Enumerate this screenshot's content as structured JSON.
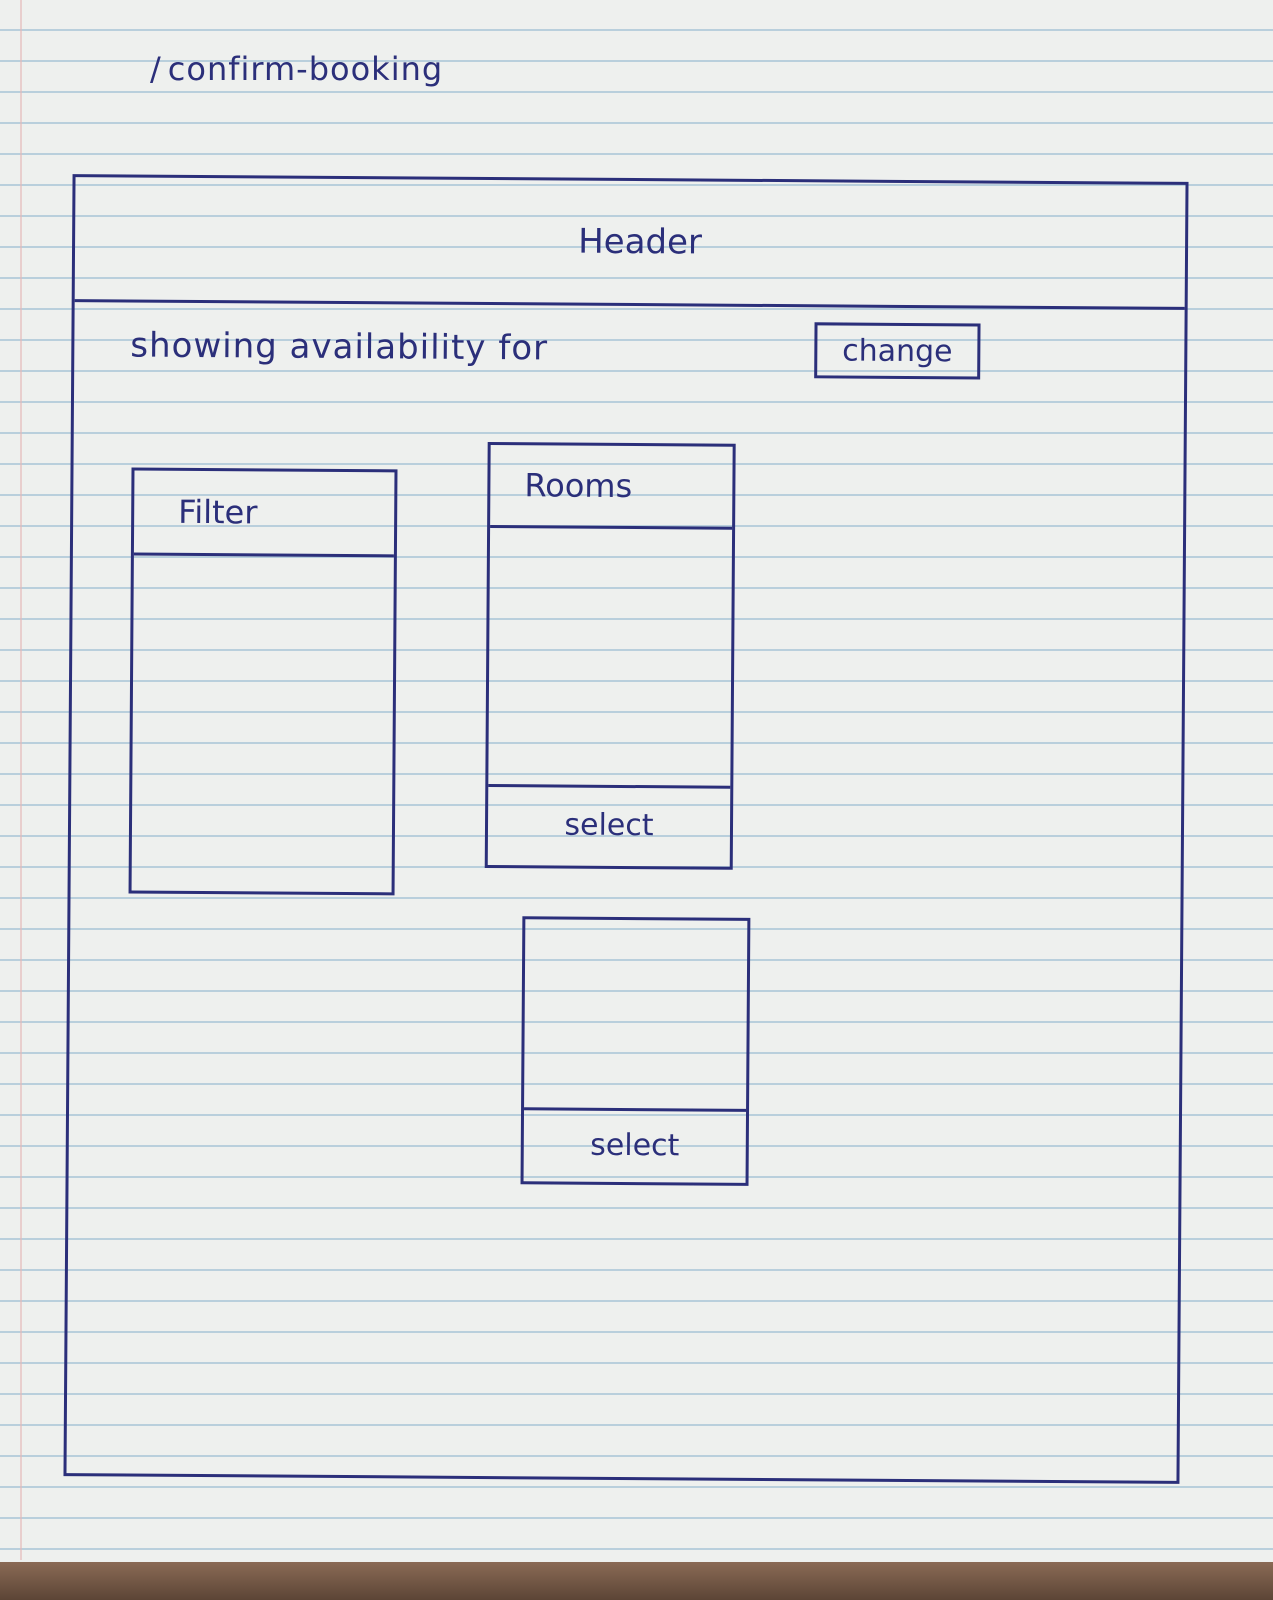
{
  "route": {
    "path": "confirm-booking"
  },
  "header": {
    "label": "Header"
  },
  "availability": {
    "text": "showing availability for",
    "change_label": "change"
  },
  "filter": {
    "title": "Filter"
  },
  "rooms": {
    "title": "Rooms",
    "cards": [
      {
        "select_label": "select"
      },
      {
        "select_label": "select"
      }
    ]
  }
}
